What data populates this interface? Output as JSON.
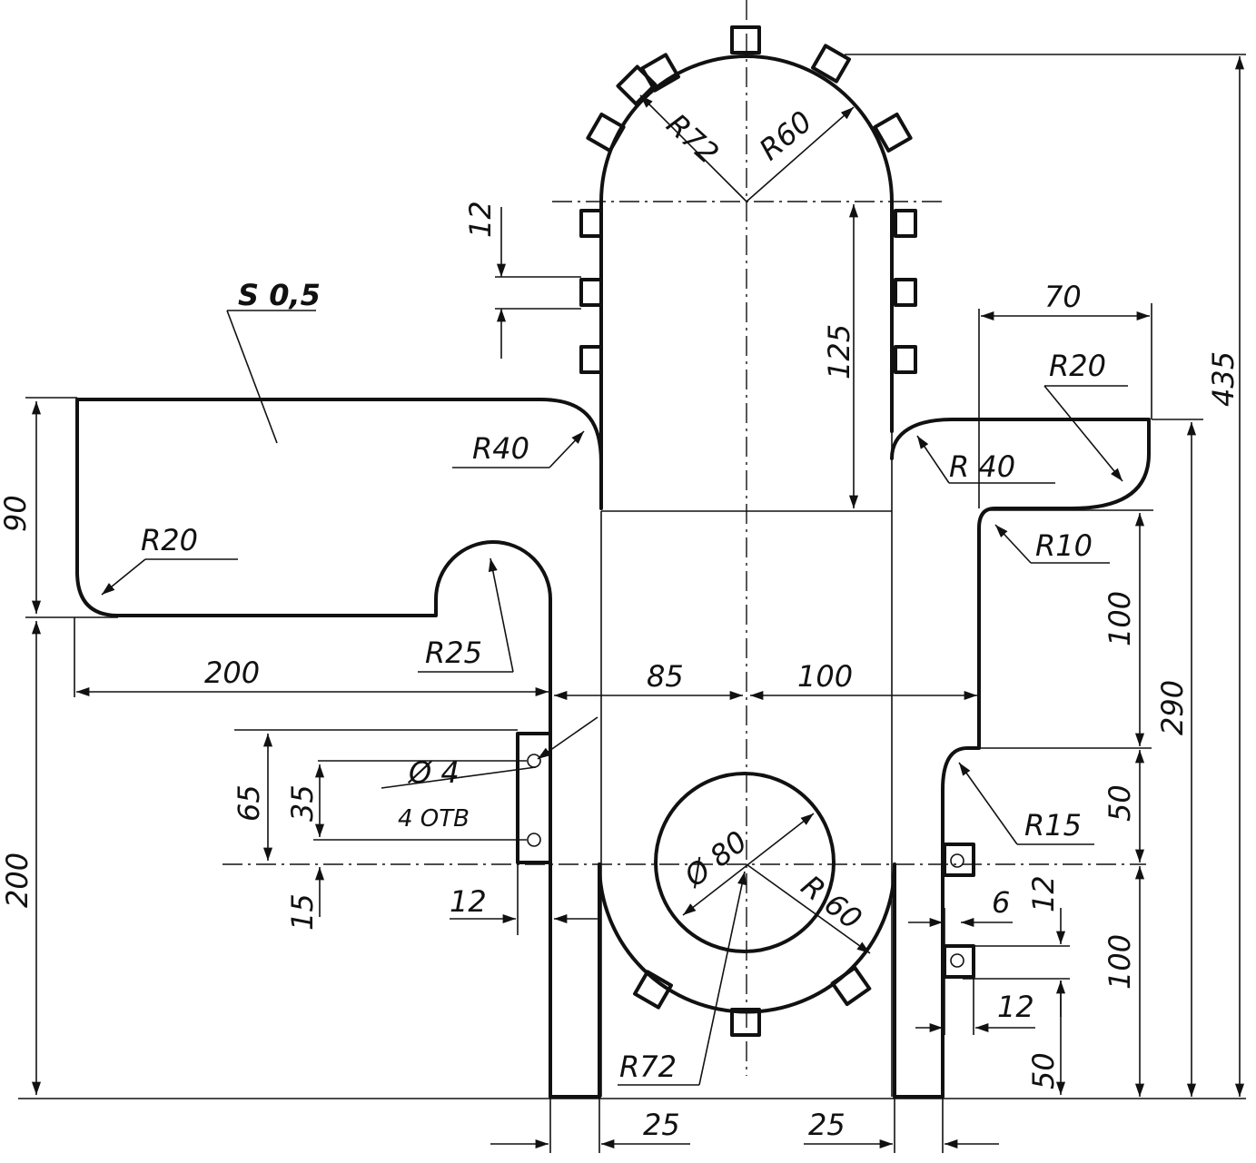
{
  "drawing": {
    "thickness": "S 0,5",
    "dimensions": {
      "r72_top": "R72",
      "r60_top": "R60",
      "tab_12": "12",
      "d_125": "125",
      "d_70": "70",
      "r20_right": "R20",
      "d_435": "435",
      "d_90": "90",
      "r40_left": "R40",
      "r40_right": "R 40",
      "r10": "R10",
      "r20_left": "R20",
      "r25": "R25",
      "d_100_right_upper": "100",
      "d_290": "290",
      "d_200_horiz": "200",
      "d_85": "85",
      "d_100_horiz": "100",
      "d_65": "65",
      "d_35": "35",
      "hole_dia": "Ø 4",
      "hole_count": "4 ОТВ",
      "d_50_right": "50",
      "r15": "R15",
      "phi80": "Ø 80",
      "r60_bottom": "R 60",
      "d_200_vert": "200",
      "d_15": "15",
      "d_12_left": "12",
      "d_6": "6",
      "d_12_right_a": "12",
      "d_12_right_b": "12",
      "d_100_right_lower": "100",
      "d_50_bottom": "50",
      "r72_bottom": "R72",
      "d_25_left": "25",
      "d_25_right": "25"
    }
  }
}
